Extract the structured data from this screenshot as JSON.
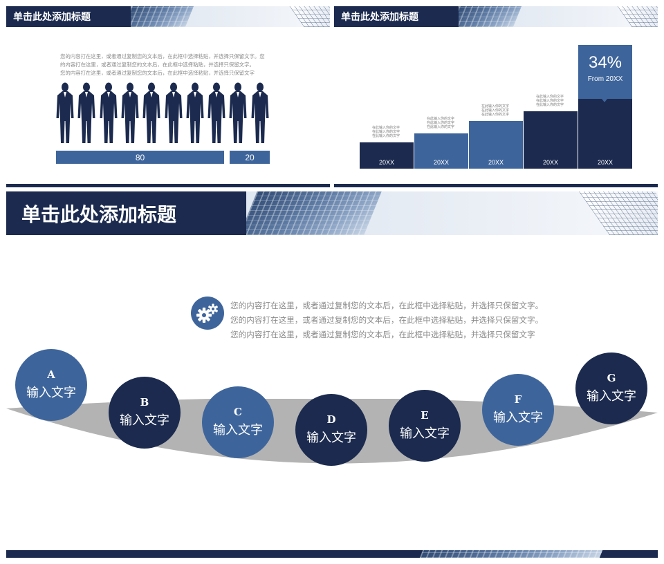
{
  "slide1": {
    "title": "单击此处添加标题",
    "text_lines": [
      "您的内容打在这里，或者通过复制您的文本后，在此框中选择粘贴，并选择只保留文字。您",
      "的内容打在这里，或者通过复制您的文本后，在此框中选择粘贴，并选择只保留文字。",
      "您的内容打在这里，或者通过复制您的文本后，在此框中选择粘贴，并选择只保留文字"
    ],
    "people_count": 10,
    "bar_values": [
      "80",
      "20"
    ]
  },
  "slide2": {
    "title": "单击此处添加标题",
    "steps": [
      {
        "label": "20XX",
        "note": [
          "在此输入你的文字",
          "在此输入你的文字",
          "在此输入你的文字"
        ]
      },
      {
        "label": "20XX",
        "note": [
          "在此输入你的文字",
          "在此输入你的文字",
          "在此输入你的文字"
        ]
      },
      {
        "label": "20XX",
        "note": [
          "在此输入你的文字",
          "在此输入你的文字",
          "在此输入你的文字"
        ]
      },
      {
        "label": "20XX",
        "note": [
          "在此输入你的文字",
          "在此输入你的文字",
          "在此输入你的文字"
        ]
      },
      {
        "label": "20XX",
        "note": []
      }
    ],
    "highlight": {
      "percent": "34%",
      "from": "From 20XX"
    }
  },
  "slide3": {
    "title": "单击此处添加标题",
    "text_lines": [
      "您的内容打在这里，或者通过复制您的文本后，在此框中选择粘贴，并选择只保留文字。",
      "您的内容打在这里，或者通过复制您的文本后，在此框中选择粘贴，并选择只保留文字。",
      "您的内容打在这里，或者通过复制您的文本后，在此框中选择粘贴，并选择只保留文字"
    ],
    "icon": "gears-icon",
    "circles": [
      {
        "letter": "A",
        "text": "输入文字"
      },
      {
        "letter": "B",
        "text": "输入文字"
      },
      {
        "letter": "C",
        "text": "输入文字"
      },
      {
        "letter": "D",
        "text": "输入文字"
      },
      {
        "letter": "E",
        "text": "输入文字"
      },
      {
        "letter": "F",
        "text": "输入文字"
      },
      {
        "letter": "G",
        "text": "输入文字"
      }
    ]
  },
  "colors": {
    "navy": "#1b2a4e",
    "blue": "#3e659b",
    "gray_arc": "#b3b3b3"
  }
}
